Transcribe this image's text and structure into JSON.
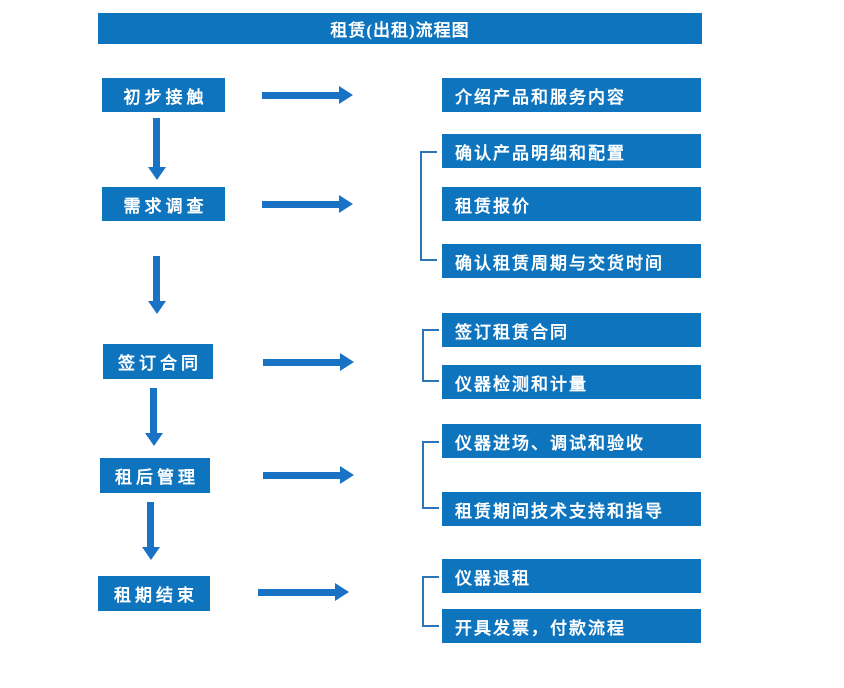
{
  "title": "租赁(出租)流程图",
  "colors": {
    "box_blue": "#0d74bd",
    "arrow_blue": "#1a72c4",
    "bracket_blue": "#2e75b6",
    "text": "#ffffff",
    "background": "#ffffff"
  },
  "flow": {
    "steps": [
      {
        "label": "初步接触",
        "details": [
          "介绍产品和服务内容"
        ]
      },
      {
        "label": "需求调查",
        "details": [
          "确认产品明细和配置",
          "租赁报价",
          "确认租赁周期与交货时间"
        ]
      },
      {
        "label": "签订合同",
        "details": [
          "签订租赁合同",
          "仪器检测和计量"
        ]
      },
      {
        "label": "租后管理",
        "details": [
          "仪器进场、调试和验收",
          "租赁期间技术支持和指导"
        ]
      },
      {
        "label": "租期结束",
        "details": [
          "仪器退租",
          "开具发票，付款流程"
        ]
      }
    ]
  }
}
